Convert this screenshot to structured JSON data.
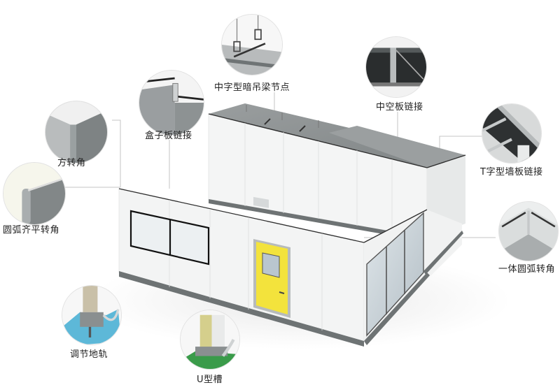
{
  "diagram": {
    "subject": "Modular cleanroom enclosure with panel joint details",
    "colors": {
      "panel_white": "#f2f3f3",
      "panel_shade": "#e4e6e6",
      "ceiling_grey": "#8f9394",
      "base_rail": "#6d7273",
      "door_yellow": "#f3e33c",
      "glass": "#c9d3da",
      "leader_line": "#bcbcbc",
      "label_text": "#222222"
    },
    "callouts": [
      {
        "id": "square-corner",
        "label": "方转角"
      },
      {
        "id": "flush-arc-corner",
        "label": "圆弧齐平转角"
      },
      {
        "id": "box-panel-joint",
        "label": "盒子板链接"
      },
      {
        "id": "h-ceiling-beam-node",
        "label": "中字型暗吊梁节点"
      },
      {
        "id": "hollow-panel-joint",
        "label": "中空板链接"
      },
      {
        "id": "t-wall-panel-joint",
        "label": "T字型墙板链接"
      },
      {
        "id": "integral-arc-corner",
        "label": "一体圆弧转角"
      },
      {
        "id": "adjustable-floor-rail",
        "label": "调节地轨"
      },
      {
        "id": "u-channel",
        "label": "U型槽"
      }
    ]
  }
}
